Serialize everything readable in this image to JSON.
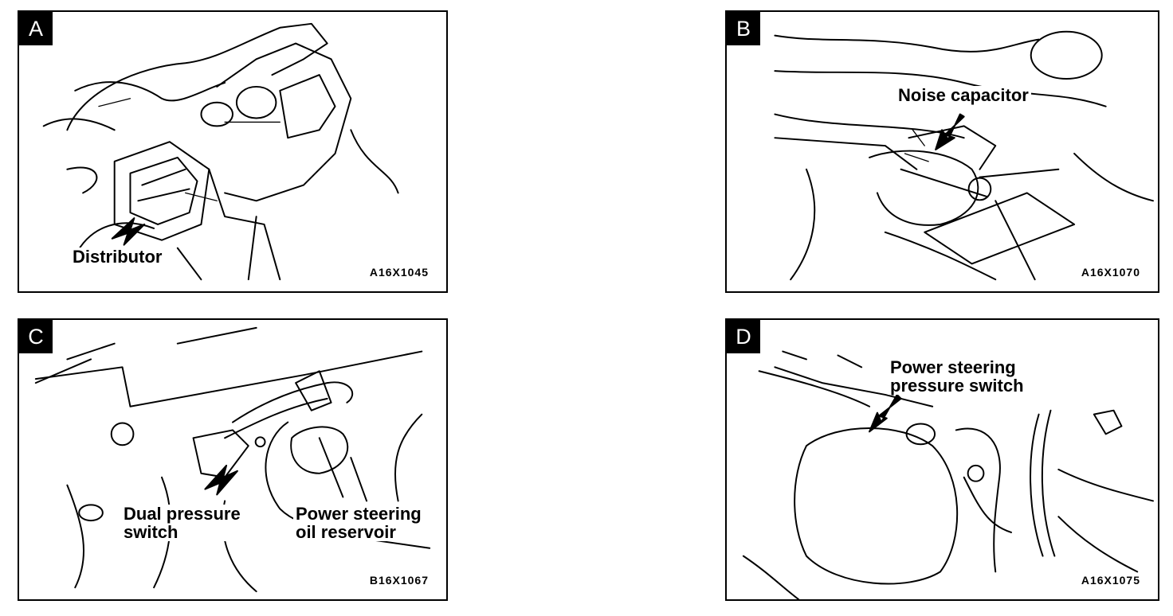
{
  "panels": [
    {
      "letter": "A",
      "labels": [
        "Distributor"
      ],
      "code": "A16X1045"
    },
    {
      "letter": "B",
      "labels": [
        "Noise capacitor"
      ],
      "code": "A16X1070"
    },
    {
      "letter": "C",
      "labels": [
        "Dual pressure\nswitch",
        "Power steering\noil reservoir"
      ],
      "code": "B16X1067"
    },
    {
      "letter": "D",
      "labels": [
        "Power steering\npressure switch"
      ],
      "code": "A16X1075"
    }
  ]
}
